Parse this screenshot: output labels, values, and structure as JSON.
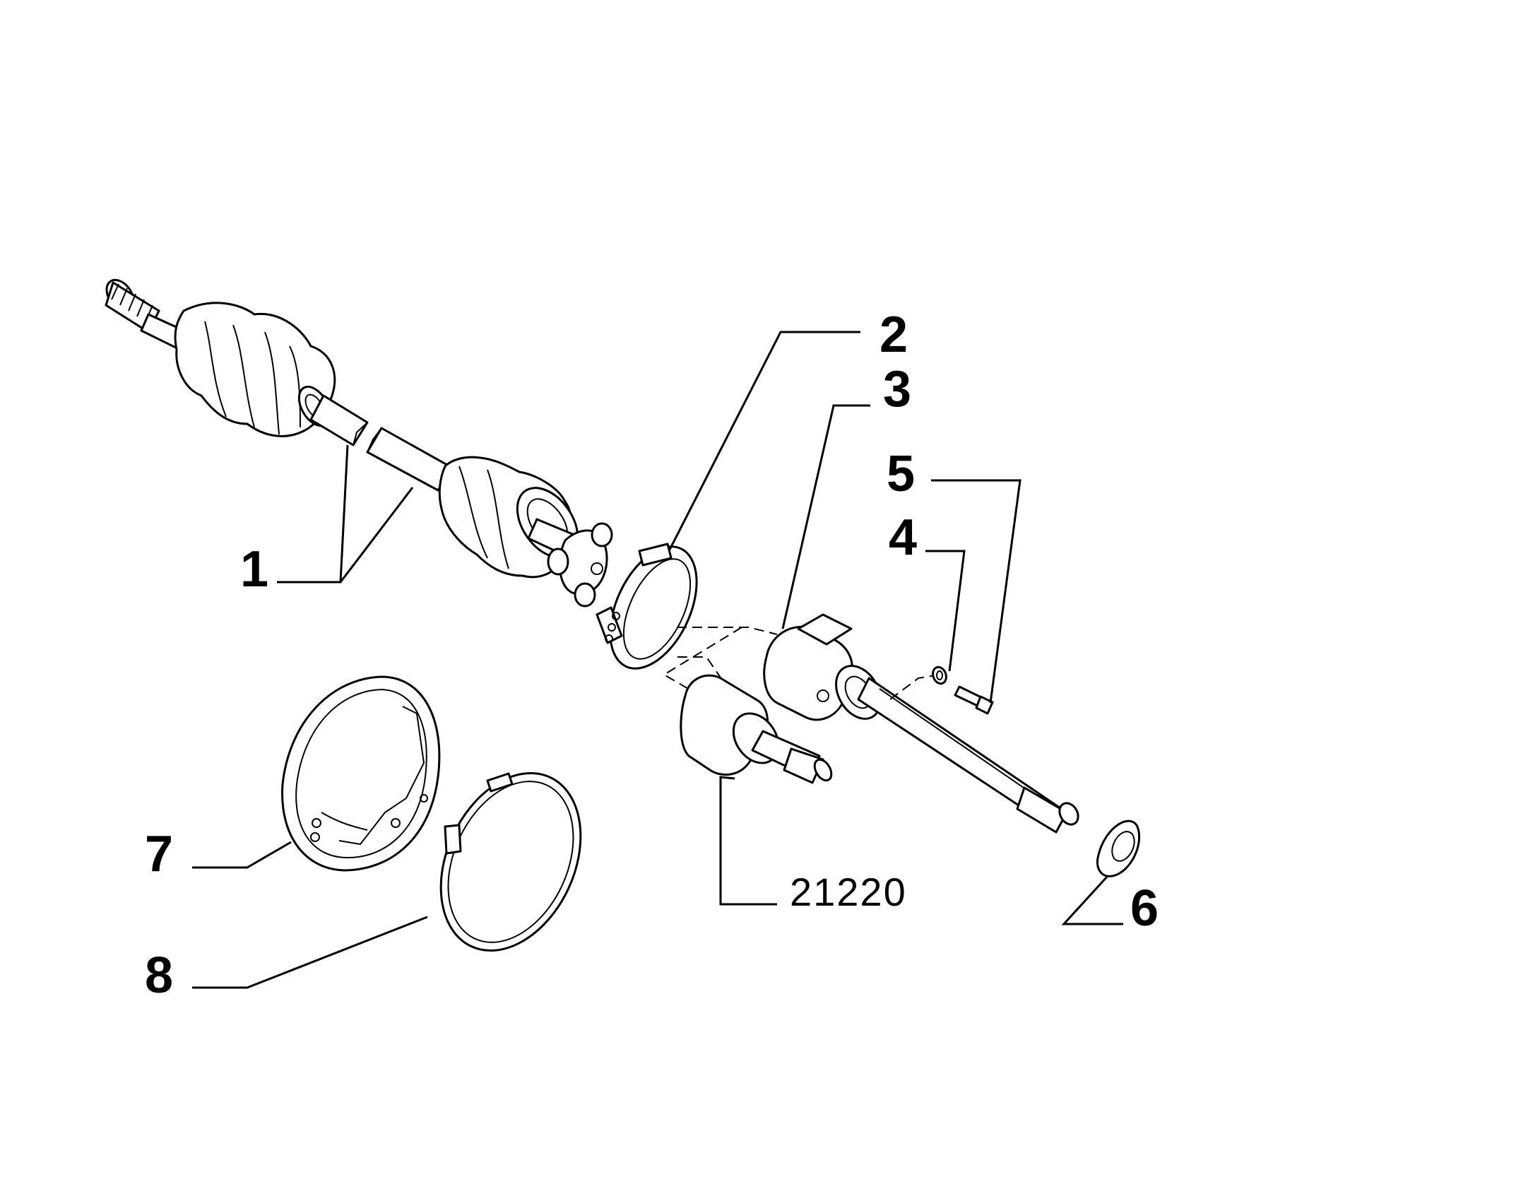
{
  "diagram": {
    "callouts": [
      {
        "id": "1",
        "label": "1"
      },
      {
        "id": "2",
        "label": "2"
      },
      {
        "id": "3",
        "label": "3"
      },
      {
        "id": "4",
        "label": "4"
      },
      {
        "id": "5",
        "label": "5"
      },
      {
        "id": "6",
        "label": "6"
      },
      {
        "id": "7",
        "label": "7"
      },
      {
        "id": "8",
        "label": "8"
      },
      {
        "id": "21220",
        "label": "21220"
      }
    ],
    "parts": [
      {
        "callout": "1",
        "icon": "drive-shaft-assembly-icon"
      },
      {
        "callout": "2",
        "icon": "boot-clamp-icon"
      },
      {
        "callout": "3",
        "icon": "intermediate-shaft-icon"
      },
      {
        "callout": "4",
        "icon": "washer-icon"
      },
      {
        "callout": "5",
        "icon": "bolt-icon"
      },
      {
        "callout": "6",
        "icon": "dust-seal-icon"
      },
      {
        "callout": "7",
        "icon": "bearing-support-ring-icon"
      },
      {
        "callout": "8",
        "icon": "hose-clamp-band-icon"
      },
      {
        "callout": "21220",
        "icon": "differential-stub-shaft-icon"
      }
    ],
    "line_color": "#000000",
    "background": "#ffffff"
  }
}
